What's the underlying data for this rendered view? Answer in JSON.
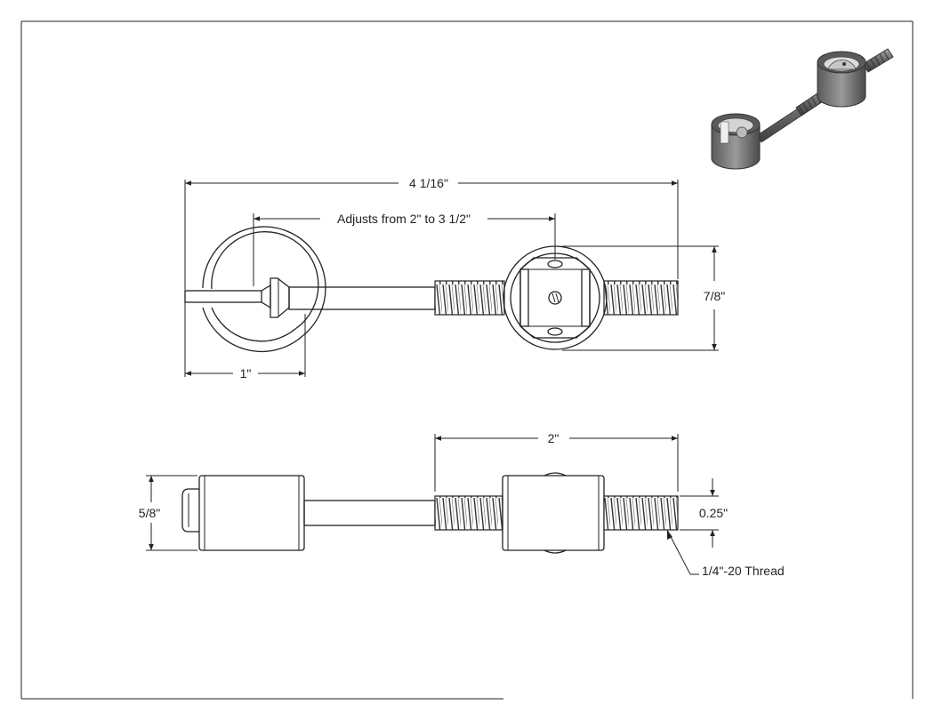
{
  "dimensions": {
    "overall_length": "4 1/16\"",
    "adjust_range": "Adjusts from 2\" to 3 1/2\"",
    "height_top": "7/8\"",
    "clamp_width": "1\"",
    "thread_span": "2\"",
    "side_height": "5/8\"",
    "rod_diameter": "0.25\"",
    "thread_spec": "1/4\"-20 Thread"
  }
}
